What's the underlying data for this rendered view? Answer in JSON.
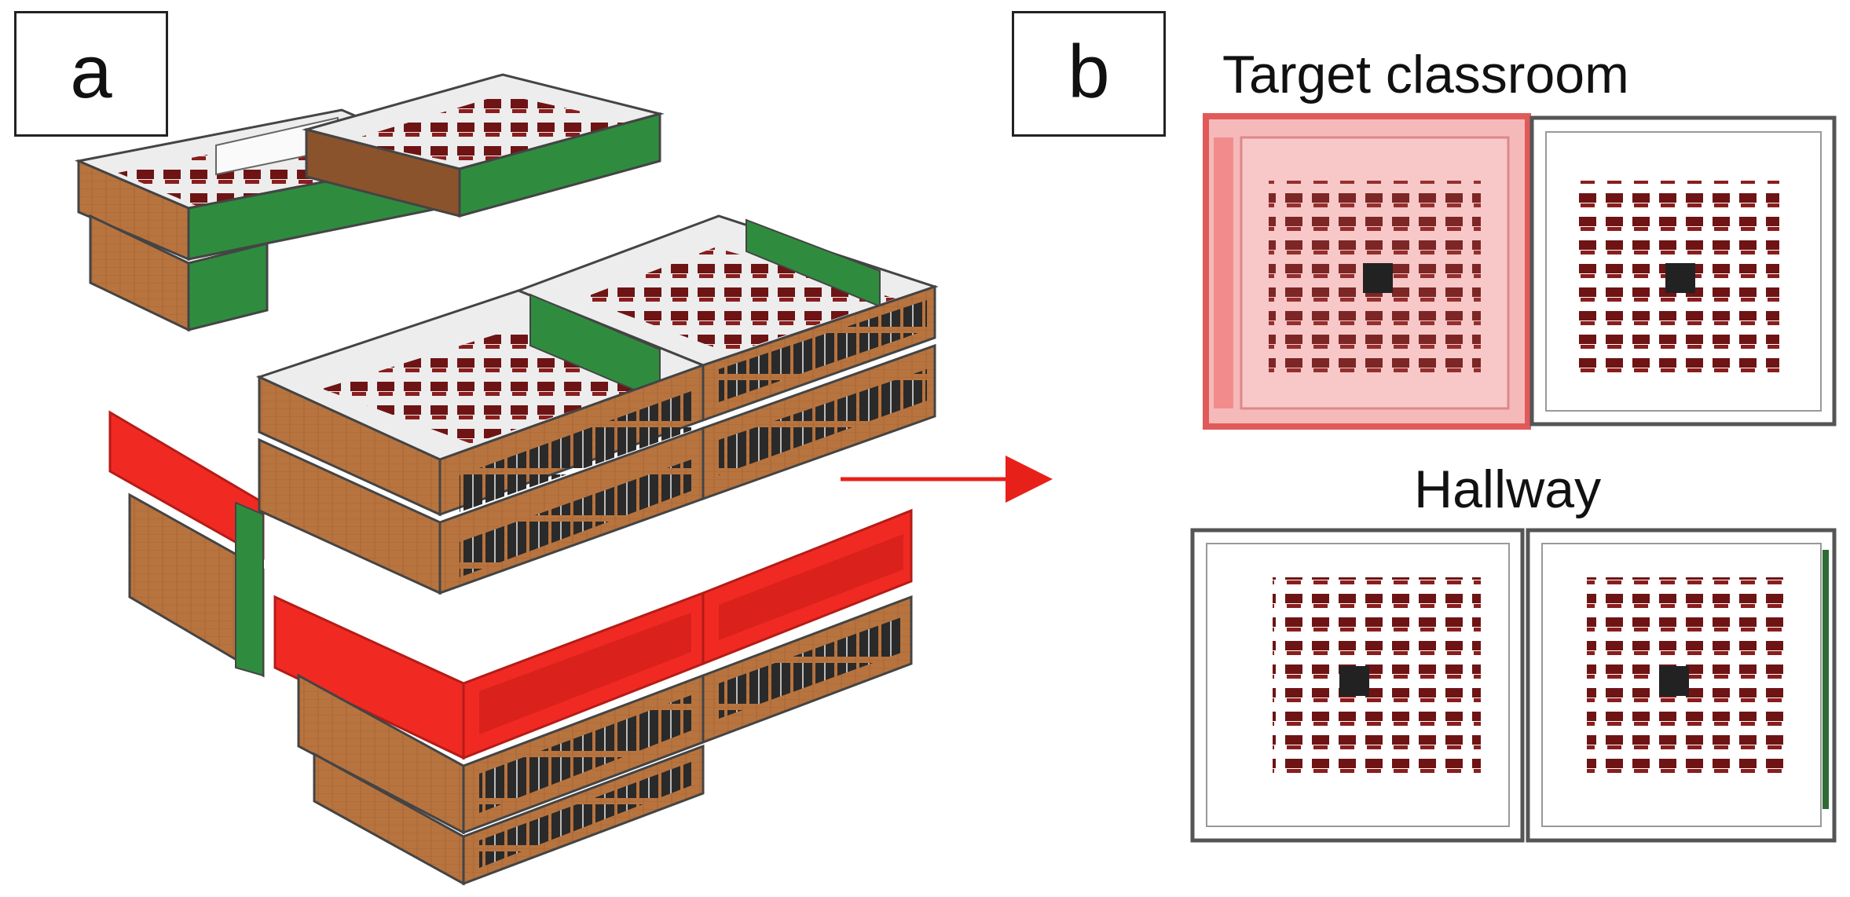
{
  "panels": {
    "a": {
      "label": "a"
    },
    "b": {
      "label": "b"
    }
  },
  "plan": {
    "target_label": "Target classroom",
    "hallway_label": "Hallway"
  },
  "colors": {
    "brick": "#b3713f",
    "brick_dark": "#8a532b",
    "green": "#2f8c3e",
    "highlight": "#f02a23",
    "highlight_soft": "#f6b9b9",
    "desk": "#6e1414",
    "window": "#2a2a2a"
  }
}
